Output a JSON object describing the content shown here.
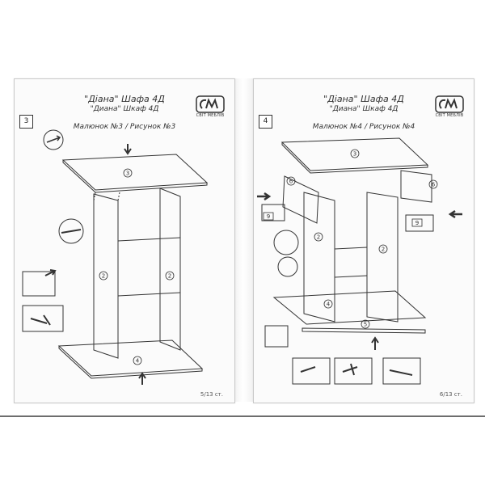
{
  "pages": [
    {
      "step": "3",
      "title": "\"Діана\" Шафа 4Д",
      "subtitle": "\"Диана\" Шкаф 4Д",
      "figure_caption": "Малюнок №3 / Рисунок №3",
      "page_number": "5/13 ст.",
      "logo_text": "СВІТ МЕБЛІВ",
      "part_labels": [
        "3",
        "2",
        "2",
        "4"
      ]
    },
    {
      "step": "4",
      "title": "\"Діана\" Шафа 4Д",
      "subtitle": "\"Диана\" Шкаф 4Д",
      "figure_caption": "Малюнок №4 / Рисунок №4",
      "page_number": "6/13 ст.",
      "logo_text": "СВІТ МЕБЛІВ",
      "part_labels": [
        "3",
        "6",
        "6",
        "2",
        "2",
        "9",
        "9",
        "4",
        "5"
      ]
    }
  ],
  "colors": {
    "ink": "#333333",
    "paper": "#fbfbfb"
  },
  "icons": [
    "arrow-down-icon",
    "arrow-up-icon",
    "arrow-right-icon",
    "arrow-left-icon",
    "screw-icon",
    "dowel-icon",
    "hammer-icon"
  ]
}
